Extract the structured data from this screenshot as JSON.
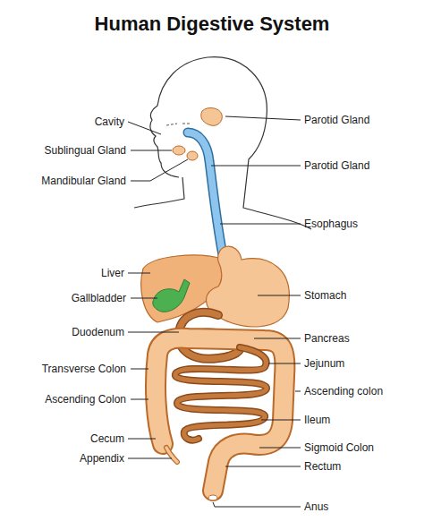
{
  "diagram": {
    "title": "Human Digestive System",
    "labels": [
      "Cavity",
      "Parotid Gland",
      "Sublingual Gland",
      "Parotid Gland",
      "Mandibular Gland",
      "Esophagus",
      "Liver",
      "Stomach",
      "Gallbladder",
      "Duodenum",
      "Pancreas",
      "Transverse Colon",
      "Jejunum",
      "Ascending Colon",
      "Ascending colon",
      "Ileum",
      "Cecum",
      "Sigmoid Colon",
      "Appendix",
      "Rectum",
      "Anus"
    ]
  }
}
